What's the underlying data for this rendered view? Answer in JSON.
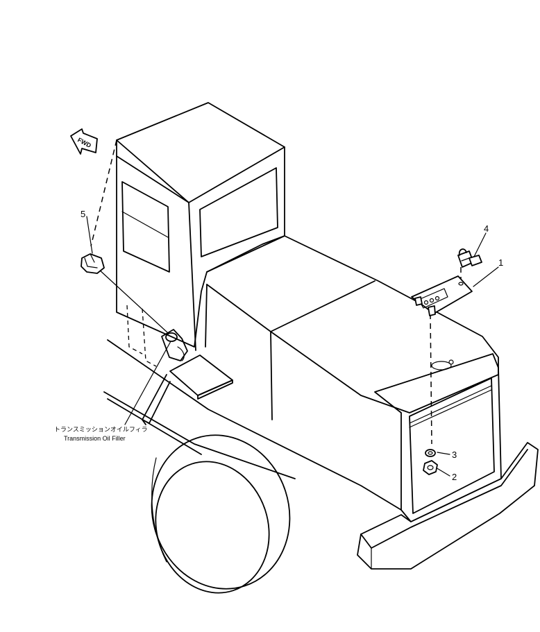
{
  "callouts": {
    "c1": "1",
    "c2": "2",
    "c3": "3",
    "c4": "4",
    "c5": "5"
  },
  "fwd_label": "FWD",
  "filler_label_jp": "トランスミッションオイルフィラ",
  "filler_label_en": "Transmission Oil Filler"
}
